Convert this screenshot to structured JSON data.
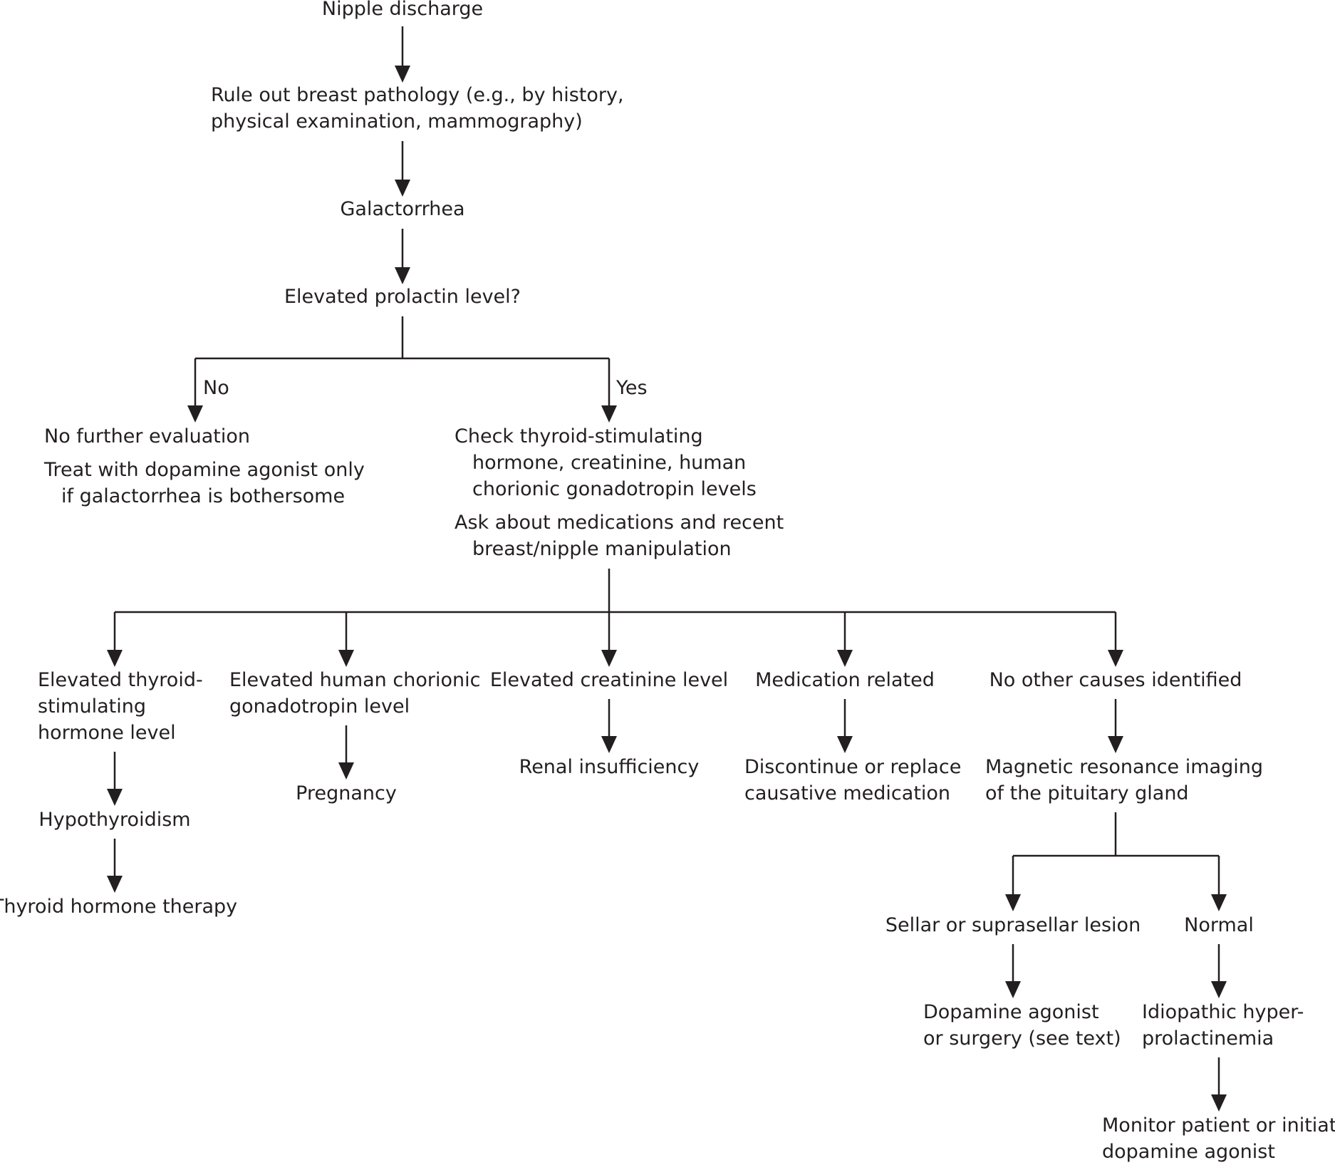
{
  "nodes": {
    "nipple_discharge": "Nipple discharge",
    "rule_out_1": "Rule out breast pathology (e.g., by history,",
    "rule_out_2": "physical examination, mammography)",
    "galactorrhea": "Galactorrhea",
    "elevated_prolactin": "Elevated prolactin level?",
    "no_further_eval": "No further evaluation",
    "treat_dopamine_1": "Treat with dopamine agonist only",
    "treat_dopamine_2": "if galactorrhea is bothersome",
    "check_tsh_1": "Check thyroid-stimulating",
    "check_tsh_2": "hormone, creatinine, human",
    "check_tsh_3": "chorionic gonadotropin levels",
    "ask_meds_1": "Ask about medications and recent",
    "ask_meds_2": "breast/nipple manipulation",
    "elev_tsh_1": "Elevated thyroid-",
    "elev_tsh_2": "stimulating",
    "elev_tsh_3": "hormone level",
    "hypothyroidism": "Hypothyroidism",
    "thyroid_therapy": "Thyroid hormone therapy",
    "elev_hcg_1": "Elevated human chorionic",
    "elev_hcg_2": "gonadotropin level",
    "pregnancy": "Pregnancy",
    "elev_creat": "Elevated creatinine level",
    "renal": "Renal insufficiency",
    "med_related": "Medication related",
    "discontinue_1": "Discontinue or replace",
    "discontinue_2": "causative medication",
    "no_other": "No other causes identified",
    "mri_1": "Magnetic resonance imaging",
    "mri_2": "of the pituitary gland",
    "sellar": "Sellar or suprasellar lesion",
    "normal": "Normal",
    "dopa_surgery_1": "Dopamine agonist",
    "dopa_surgery_2": "or surgery (see text)",
    "idiopathic_1": "Idiopathic hyper-",
    "idiopathic_2": "prolactinemia",
    "monitor_1": "Monitor patient or initiate",
    "monitor_2": "dopamine agonist"
  },
  "labels": {
    "no": "No",
    "yes": "Yes"
  }
}
